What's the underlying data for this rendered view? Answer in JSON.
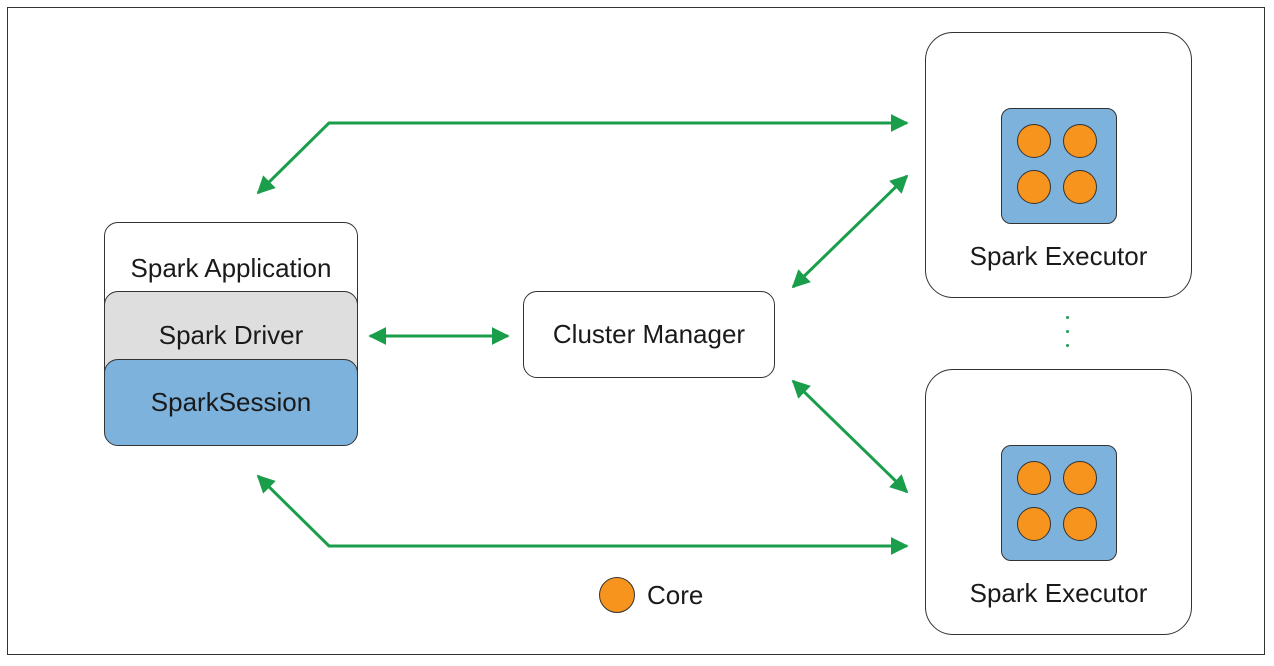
{
  "labels": {
    "spark_application": "Spark Application",
    "spark_driver": "Spark Driver",
    "spark_session": "SparkSession",
    "cluster_manager": "Cluster Manager",
    "executor_top": "Spark Executor",
    "executor_bottom": "Spark Executor",
    "legend_core": "Core"
  },
  "colors": {
    "arrow": "#1b9e4b",
    "core": "#f7941d",
    "session_fill": "#7db2dc",
    "driver_fill": "#dedede"
  },
  "icons": {
    "core": "orange-circle",
    "ellipsis": "vertical-dots"
  }
}
